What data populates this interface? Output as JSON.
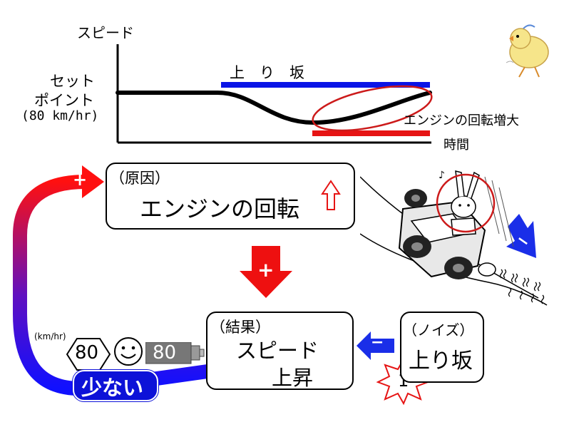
{
  "graph": {
    "y_axis_label": "スピード",
    "setpoint_label_line1": "セット",
    "setpoint_label_line2": "ポイント",
    "setpoint_value": "(80 km/hr)",
    "uphill_label": "上　り　坂",
    "engine_increase_label": "エンジンの回転増大",
    "time_label": "時間",
    "colors": {
      "uphill_bar": "#0a14e6",
      "engine_bar": "#e61414",
      "ellipse": "#cc1a1a"
    }
  },
  "cause_box": {
    "heading": "（原因）",
    "label": "エンジンの回転"
  },
  "result_box": {
    "heading": "（結果）",
    "label_line1": "スピード",
    "label_line2": "上昇"
  },
  "noise_box": {
    "heading": "（ノイズ）",
    "label": "上り坂",
    "badge": "1"
  },
  "arrows": {
    "down_plus": "+",
    "loop_plus": "+",
    "noise_minus": "−",
    "car_minus": "−"
  },
  "feedback": {
    "unit": "(km/hr)",
    "setpoint": "80",
    "meter_value": "80",
    "less_label": "少ない"
  },
  "icons": [
    "smiley-icon",
    "up-arrow-icon",
    "chick-icon",
    "car-rabbit-icon",
    "speed-meter-icon"
  ]
}
